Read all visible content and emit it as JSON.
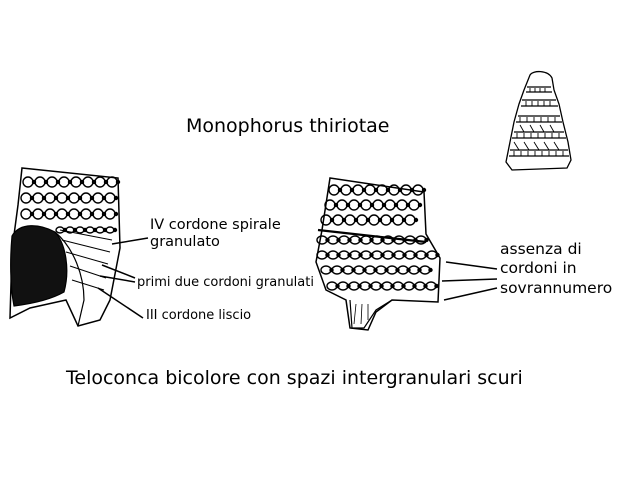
{
  "figure": {
    "title": "Monophorus thiriotae",
    "caption": "Teloconca bicolore con spazi intergranulari scuri"
  },
  "left_detail": {
    "label_fourth_cord": [
      "IV cordone spirale",
      "granulato"
    ],
    "label_first_cords": "primi due cordoni granulati",
    "label_third_cord": "III cordone liscio"
  },
  "right_detail": {
    "label_absence": [
      "assenza di",
      "cordoni in",
      "sovrannumero"
    ]
  },
  "icons": [
    "shell-silhouette-icon",
    "shell-fragment-left-icon",
    "shell-fragment-right-icon"
  ]
}
